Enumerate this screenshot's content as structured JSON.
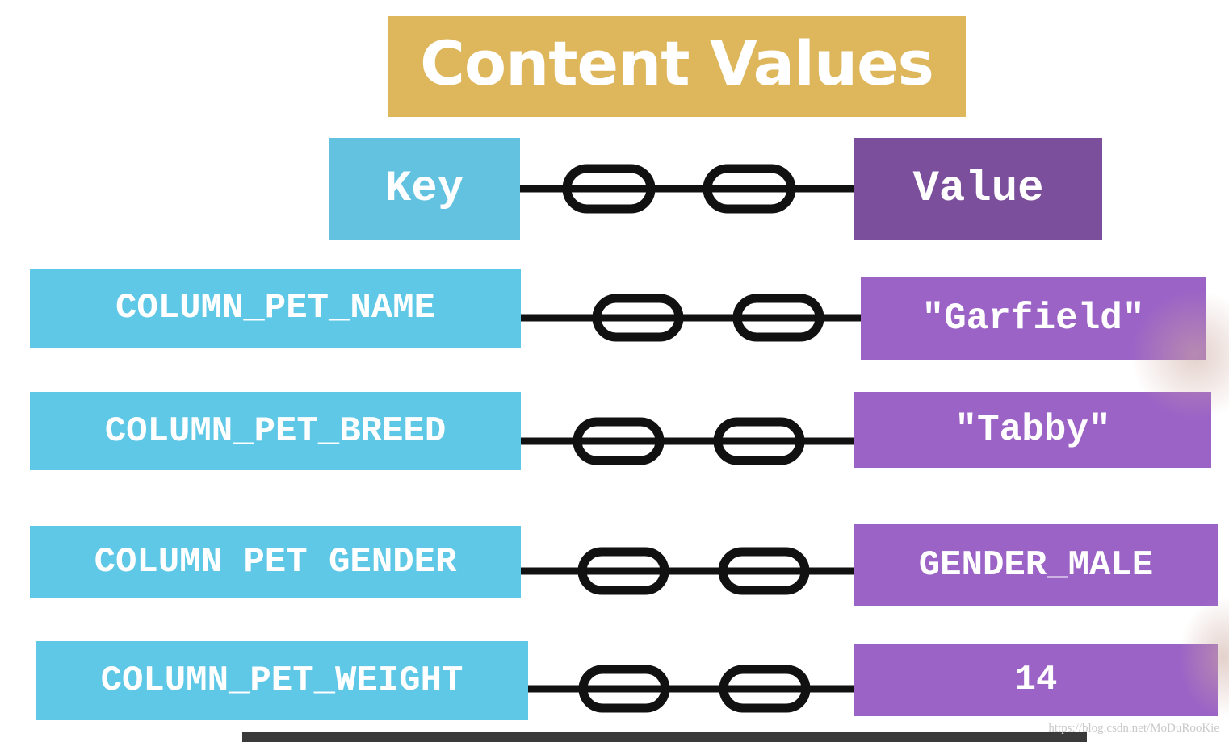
{
  "title": "Content Values",
  "header": {
    "key": "Key",
    "value": "Value"
  },
  "pairs": [
    {
      "key": "COLUMN_PET_NAME",
      "value": "\"Garfield\""
    },
    {
      "key": "COLUMN_PET_BREED",
      "value": "\"Tabby\""
    },
    {
      "key": "COLUMN PET GENDER",
      "value": "GENDER_MALE"
    },
    {
      "key": "COLUMN_PET_WEIGHT",
      "value": "14"
    }
  ],
  "watermark": "https://blog.csdn.net/MoDuRooKie",
  "colors": {
    "title_bg": "#deb75c",
    "key_bg": "#5ec8e6",
    "value_bg": "#9b63c6",
    "value_header_bg": "#7b4f9b",
    "chain": "#111111"
  }
}
